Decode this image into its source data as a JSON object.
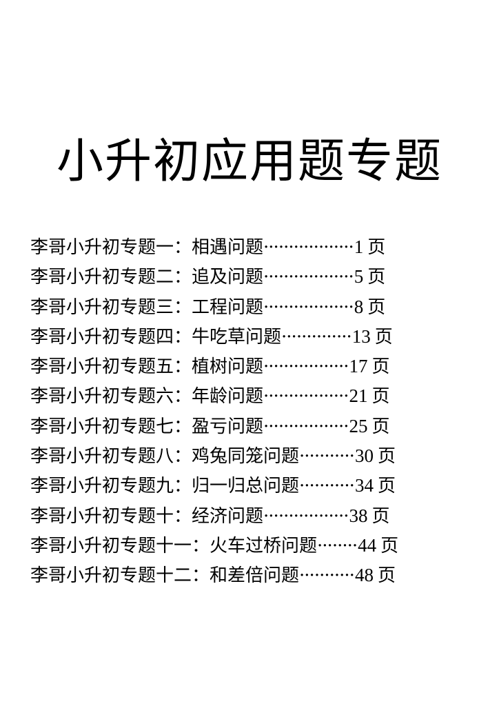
{
  "document": {
    "title": "小升初应用题专题",
    "toc": [
      {
        "prefix": "李哥小升初专题一：",
        "topic": "相遇问题",
        "leader": "··················",
        "page": "1",
        "unit": "页"
      },
      {
        "prefix": "李哥小升初专题二：",
        "topic": "追及问题",
        "leader": "··················",
        "page": "5",
        "unit": "页"
      },
      {
        "prefix": "李哥小升初专题三：",
        "topic": "工程问题",
        "leader": "··················",
        "page": "8",
        "unit": "页"
      },
      {
        "prefix": "李哥小升初专题四：",
        "topic": "牛吃草问题",
        "leader": "··············",
        "page": "13",
        "unit": "页"
      },
      {
        "prefix": "李哥小升初专题五：",
        "topic": "植树问题",
        "leader": "·················",
        "page": "17",
        "unit": "页"
      },
      {
        "prefix": "李哥小升初专题六：",
        "topic": "年龄问题",
        "leader": "·················",
        "page": "21",
        "unit": "页"
      },
      {
        "prefix": "李哥小升初专题七：",
        "topic": "盈亏问题",
        "leader": "·················",
        "page": "25",
        "unit": "页"
      },
      {
        "prefix": "李哥小升初专题八：",
        "topic": "鸡兔同笼问题",
        "leader": "···········",
        "page": "30",
        "unit": "页"
      },
      {
        "prefix": "李哥小升初专题九：",
        "topic": "归一归总问题",
        "leader": "···········",
        "page": "34",
        "unit": "页"
      },
      {
        "prefix": "李哥小升初专题十：",
        "topic": "经济问题",
        "leader": "·················",
        "page": "38",
        "unit": "页"
      },
      {
        "prefix": "李哥小升初专题十一：",
        "topic": "火车过桥问题",
        "leader": "········",
        "page": "44",
        "unit": "页"
      },
      {
        "prefix": "李哥小升初专题十二：",
        "topic": "和差倍问题",
        "leader": "···········",
        "page": "48",
        "unit": "页"
      }
    ]
  }
}
